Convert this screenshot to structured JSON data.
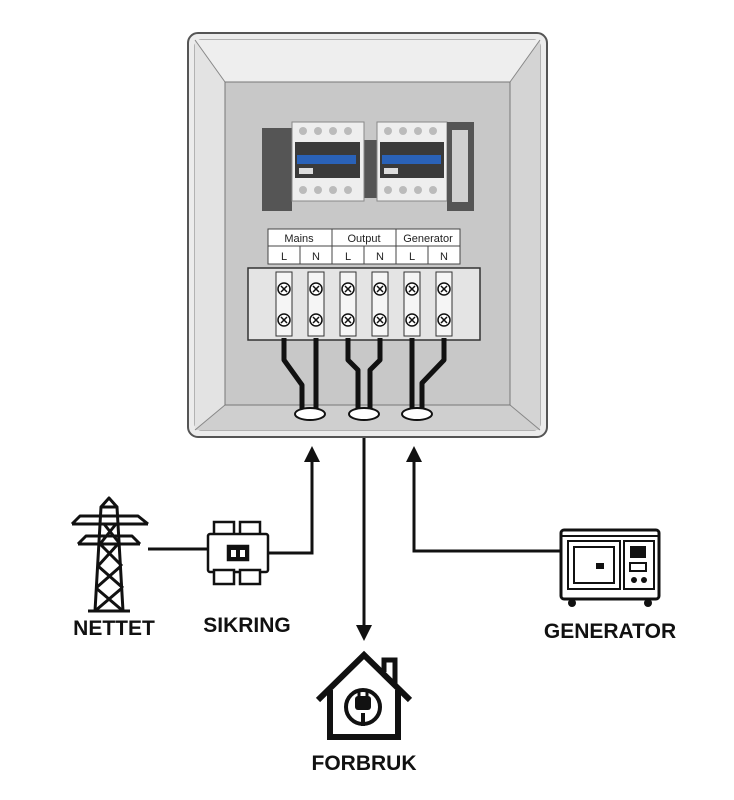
{
  "terminal_groups": [
    {
      "name": "Mains",
      "poles": [
        "L",
        "N"
      ]
    },
    {
      "name": "Output",
      "poles": [
        "L",
        "N"
      ]
    },
    {
      "name": "Generator",
      "poles": [
        "L",
        "N"
      ]
    }
  ],
  "labels": {
    "grid": "NETTET",
    "fuse": "SIKRING",
    "consumption": "FORBRUK",
    "generator": "GENERATOR"
  },
  "icons": {
    "grid": "power-pylon-icon",
    "fuse": "circuit-breaker-icon",
    "consumption": "house-plug-icon",
    "generator": "generator-icon"
  },
  "colors": {
    "breaker_blue": "#2a62b8",
    "panel_grey": "#c8c8c8",
    "frame_grey": "#e2e2e2",
    "wire": "#111111"
  }
}
